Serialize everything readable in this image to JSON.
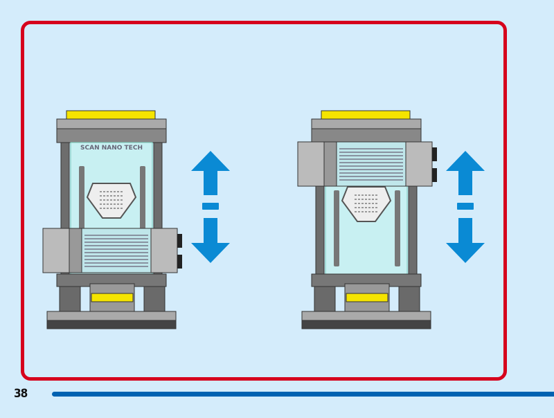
{
  "page": {
    "number": "38"
  },
  "colors": {
    "background": "#d4ecfb",
    "frame": "#d6001c",
    "footer_line": "#0062b1",
    "arrow": "#0a8ad4",
    "accent_yellow": "#f5e400"
  },
  "models": [
    {
      "label": "SCAN NANO TECH",
      "clamp_position": "bottom",
      "arrow_icon": "up-down-arrow"
    },
    {
      "label": "",
      "clamp_position": "top",
      "arrow_icon": "up-down-arrow"
    }
  ]
}
